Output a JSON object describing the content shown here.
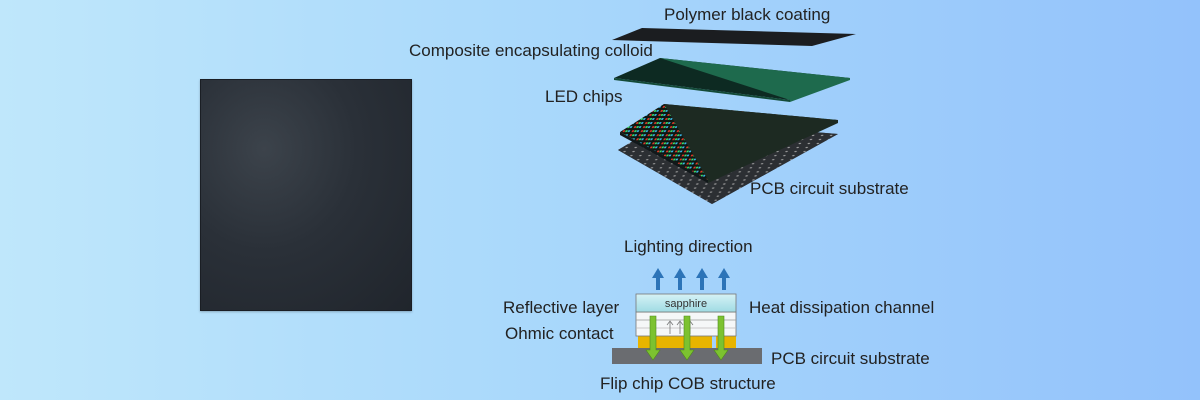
{
  "labels": {
    "polymer": "Polymer black coating",
    "colloid": "Composite encapsulating colloid",
    "led": "LED chips",
    "pcb_top": "PCB circuit substrate",
    "lighting": "Lighting direction",
    "reflective": "Reflective layer",
    "ohmic": "Ohmic contact",
    "heat": "Heat dissipation channel",
    "pcb_bottom": "PCB circuit substrate",
    "flip": "Flip chip COB structure",
    "sapphire": "sapphire"
  },
  "colors": {
    "chip_red": "#e03a2a",
    "chip_green": "#39e06a",
    "chip_blue": "#3ab7e8",
    "arrow_up": "#2c74b8",
    "arrow_heat": "#7cc230",
    "contact": "#e8b400"
  }
}
